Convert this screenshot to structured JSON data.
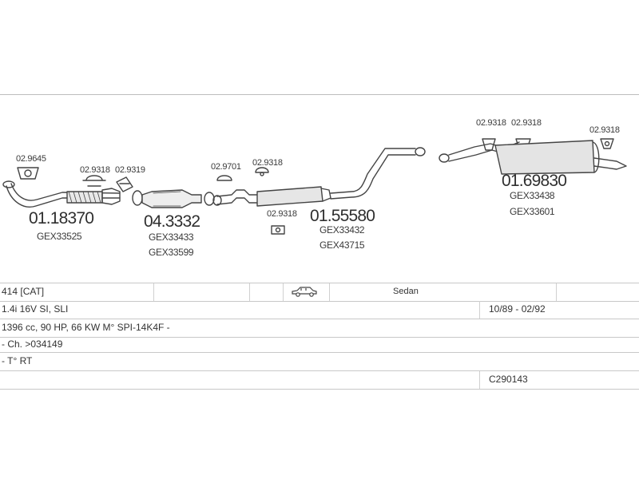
{
  "parts": {
    "p1_clamp": "02.9645",
    "p1_main": "01.18370",
    "p1_sub": "GEX33525",
    "p2_clamp_a": "02.9318",
    "p2_clamp_b": "02.9319",
    "p2_main": "04.3332",
    "p2_sub_a": "GEX33433",
    "p2_sub_b": "GEX33599",
    "p3_clamp_a": "02.9701",
    "p3_clamp_b": "02.9318",
    "p3_clamp_c": "02.9318",
    "p3_main": "01.55580",
    "p3_sub_a": "GEX33432",
    "p3_sub_b": "GEX43715",
    "p4_clamp_a": "02.9318",
    "p4_clamp_b": "02.9318",
    "p4_clamp_c": "02.9318",
    "p4_main": "01.69830",
    "p4_sub_a": "GEX33438",
    "p4_sub_b": "GEX33601"
  },
  "vehicle": {
    "model": "414  [CAT]",
    "body": "Sedan",
    "engine_line": "1.4i 16V SI, SLI",
    "date_range": "10/89 - 02/92",
    "spec_line": "1396 cc, 90 HP, 66 KW M° SPI-14K4F -",
    "chassis_line": "- Ch. >034149",
    "type_line": "- T° RT",
    "code": "C290143"
  },
  "icons": {
    "car": "car-sedan-icon"
  }
}
